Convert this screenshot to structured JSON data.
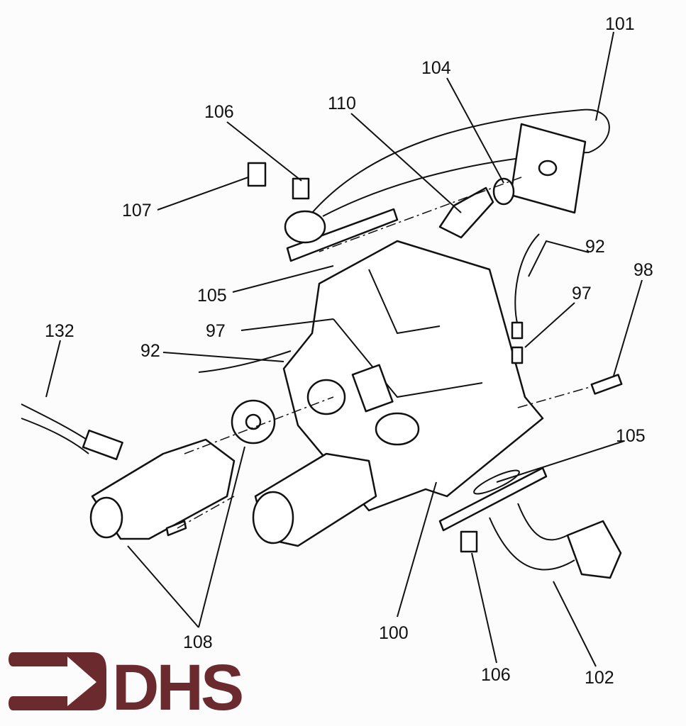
{
  "callouts": [
    {
      "id": "c101",
      "text": "101"
    },
    {
      "id": "c104",
      "text": "104"
    },
    {
      "id": "c110",
      "text": "110"
    },
    {
      "id": "c106a",
      "text": "106"
    },
    {
      "id": "c107",
      "text": "107"
    },
    {
      "id": "c92a",
      "text": "92"
    },
    {
      "id": "c98",
      "text": "98"
    },
    {
      "id": "c105a",
      "text": "105"
    },
    {
      "id": "c97a",
      "text": "97"
    },
    {
      "id": "c97b",
      "text": "97"
    },
    {
      "id": "c132",
      "text": "132"
    },
    {
      "id": "c92b",
      "text": "92"
    },
    {
      "id": "c105b",
      "text": "105"
    },
    {
      "id": "c108",
      "text": "108"
    },
    {
      "id": "c100",
      "text": "100"
    },
    {
      "id": "c106b",
      "text": "106"
    },
    {
      "id": "c102",
      "text": "102"
    }
  ],
  "logo": {
    "text": "DHS",
    "color": "#6b2a2e"
  }
}
